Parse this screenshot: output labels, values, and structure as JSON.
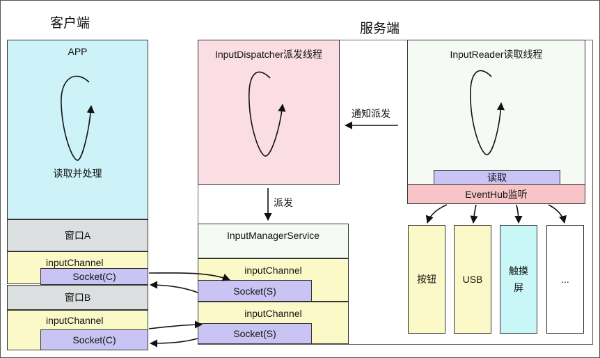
{
  "client": {
    "title": "客户端",
    "app_label": "APP",
    "loop_label": "读取并处理",
    "window_a": "窗口A",
    "channel_a": "inputChannel",
    "socket_a": "Socket(C)",
    "window_b": "窗口B",
    "channel_b": "inputChannel",
    "socket_b": "Socket(C)"
  },
  "server": {
    "title": "服务端",
    "dispatcher_label": "InputDispatcher派发线程",
    "reader_label": "InputReader读取线程",
    "notify_label": "通知派发",
    "dispatch_label": "派发",
    "read_label": "读取",
    "eventhub_label": "EventHub监听",
    "manager_label": "InputManagerService",
    "channel_1": "inputChannel",
    "socket_1": "Socket(S)",
    "channel_2": "inputChannel",
    "socket_2": "Socket(S)",
    "devices": [
      "按钮",
      "USB",
      "触摸\n屏",
      "..."
    ]
  },
  "colors": {
    "app": "#cdf2f7",
    "window": "#dcdfe0",
    "channel": "#fbf9c7",
    "socket": "#c9c4f4",
    "dispatcher": "#fbdee3",
    "reader": "#f6faf5",
    "eventhub": "#f7c4c7",
    "touch": "#c9f6f6",
    "manager": "#f6faf5"
  }
}
